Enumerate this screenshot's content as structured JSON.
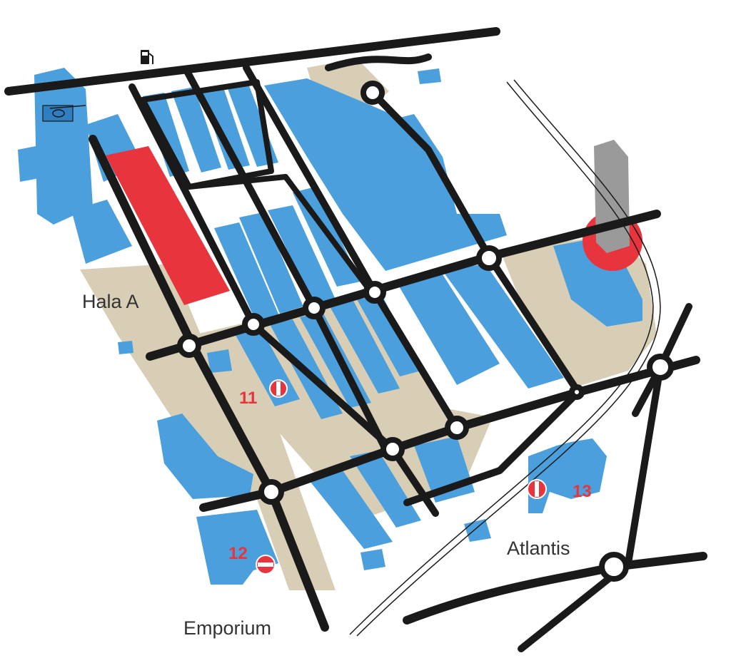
{
  "colors": {
    "building": "#4a9fdc",
    "building_dark": "#2f7fc0",
    "ground": "#d8ceb6",
    "road": "#1a1a1a",
    "highlight": "#e8353d",
    "tower": "#9a9a9a",
    "label": "#333333"
  },
  "places": {
    "hala_a": "Hala A",
    "emporium": "Emporium",
    "atlantis": "Atlantis"
  },
  "markers": [
    {
      "id": "11",
      "label": "11",
      "icon": "no-entry-icon"
    },
    {
      "id": "12",
      "label": "12",
      "icon": "no-entry-icon"
    },
    {
      "id": "13",
      "label": "13",
      "icon": "no-entry-icon"
    }
  ],
  "icons": {
    "fuel": "fuel-station-icon",
    "helipad": "helicopter-icon",
    "tower": "skyscraper-icon"
  }
}
